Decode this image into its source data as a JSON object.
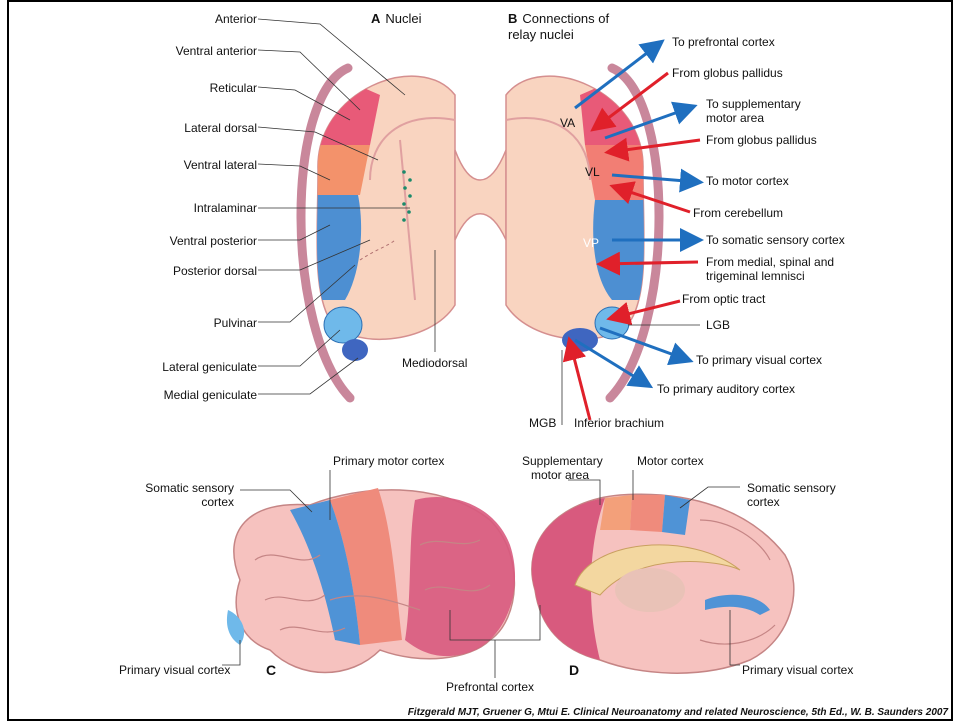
{
  "panel_a": {
    "letter": "A",
    "title": "Nuclei",
    "labels": {
      "anterior": "Anterior",
      "ventral_anterior": "Ventral anterior",
      "reticular": "Reticular",
      "lateral_dorsal": "Lateral dorsal",
      "ventral_lateral": "Ventral lateral",
      "intralaminar": "Intralaminar",
      "ventral_posterior": "Ventral posterior",
      "posterior_dorsal": "Posterior dorsal",
      "pulvinar": "Pulvinar",
      "lateral_geniculate": "Lateral geniculate",
      "medial_geniculate": "Medial geniculate",
      "mediodorsal": "Mediodorsal"
    }
  },
  "panel_b": {
    "letter": "B",
    "title_line1": "Connections of",
    "title_line2": "relay nuclei",
    "nuclei": {
      "va": "VA",
      "vl": "VL",
      "vp": "VP"
    },
    "labels": {
      "to_prefrontal": "To prefrontal cortex",
      "from_gp_1": "From globus pallidus",
      "to_sma_1": "To supplementary",
      "to_sma_2": "motor area",
      "from_gp_2": "From globus pallidus",
      "to_motor": "To motor cortex",
      "from_cerebellum": "From cerebellum",
      "to_somatic": "To somatic sensory cortex",
      "from_lemnisci_1": "From medial, spinal and",
      "from_lemnisci_2": "trigeminal lemnisci",
      "from_optic": "From optic tract",
      "lgb": "LGB",
      "to_visual": "To primary visual cortex",
      "to_auditory": "To primary auditory cortex",
      "mgb": "MGB",
      "inferior_brachium": "Inferior brachium"
    }
  },
  "panel_c": {
    "letter": "C",
    "labels": {
      "primary_motor": "Primary motor cortex",
      "somatic_1": "Somatic sensory",
      "somatic_2": "cortex",
      "primary_visual": "Primary visual cortex"
    }
  },
  "panel_d": {
    "letter": "D",
    "labels": {
      "sma_1": "Supplementary",
      "sma_2": "motor area",
      "motor": "Motor cortex",
      "somatic_1": "Somatic sensory",
      "somatic_2": "cortex",
      "primary_visual": "Primary visual cortex"
    }
  },
  "shared": {
    "prefrontal": "Prefrontal cortex"
  },
  "citation": "Fitzgerald MJT, Gruener G, Mtui E. Clinical Neuroanatomy and related Neuroscience, 5th Ed., W. B. Saunders 2007",
  "colors": {
    "thalamus": "#f9d4c0",
    "pink_nucleus": "#e85a78",
    "orange_nucleus": "#f3926b",
    "salmon_nucleus": "#f27e74",
    "blue_nucleus": "#4d8fd2",
    "light_blue": "#6fb9ea",
    "dark_blue": "#3f66c0",
    "mauve_band": "#c9879b",
    "arrow_red": "#e0202a",
    "arrow_blue": "#1f6fbf",
    "brain_gyri": "#f6c2bf",
    "prefrontal_pink": "#d85a7e",
    "motor_salmon": "#ef8b7c",
    "sensory_blue": "#4f93d6"
  }
}
